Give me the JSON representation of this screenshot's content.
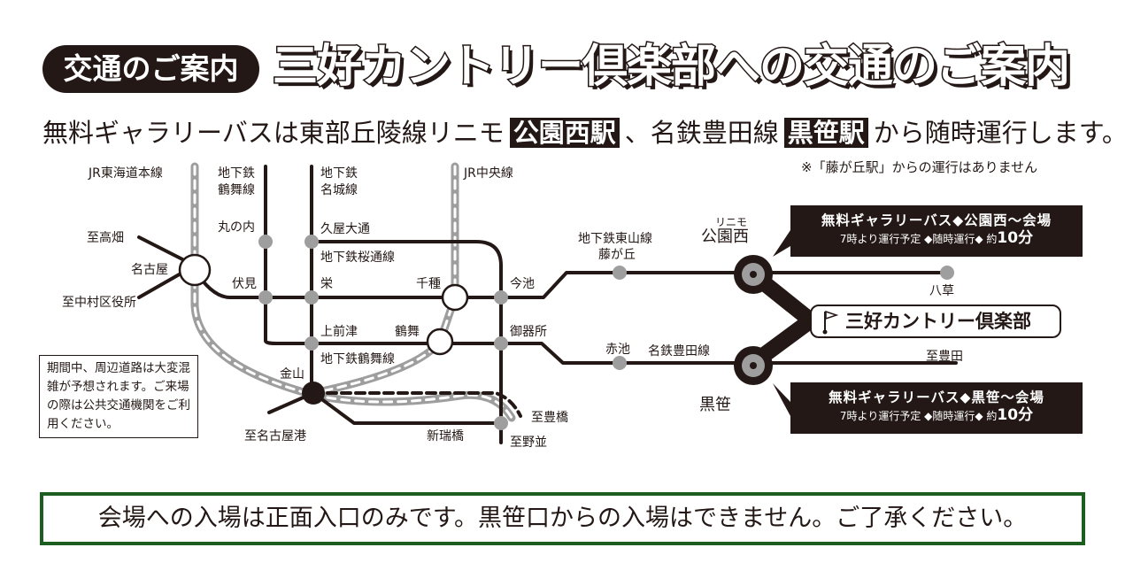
{
  "header": {
    "badge": "交通のご案内",
    "title": "三好カントリー倶楽部への交通のご案内"
  },
  "subtitle": {
    "part1": "無料ギャラリーバスは東部丘陵線リニモ",
    "station1": "公園西駅",
    "part2": "、名鉄豊田線",
    "station2": "黒笹駅",
    "part3": "から随時運行します。"
  },
  "note": "※「藤が丘駅」からの運行はありません",
  "map": {
    "lines": {
      "jr_tokaido": "JR東海道本線",
      "tsurumai_1": "地下鉄",
      "tsurumai_2": "鶴舞線",
      "meijo_1": "地下鉄",
      "meijo_2": "名城線",
      "jr_chuo": "JR中央線",
      "sakuradori": "地下鉄桜通線",
      "tsurumai_line": "地下鉄鶴舞線",
      "higashiyama_1": "地下鉄東山線",
      "meitetsu_toyota": "名鉄豊田線",
      "linimo": "リニモ"
    },
    "stations": {
      "takabata": "至高畑",
      "nagoya": "名古屋",
      "nakamura": "至中村区役所",
      "marunouchi": "丸の内",
      "hisaya": "久屋大通",
      "fushimi": "伏見",
      "sakae": "栄",
      "chikusa": "千種",
      "imaike": "今池",
      "kamimaezu": "上前津",
      "tsurumai": "鶴舞",
      "gokiso": "御器所",
      "kanayama": "金山",
      "nagoyako": "至名古屋港",
      "shinmizuhashi": "新瑞橋",
      "toyohashi": "至豊橋",
      "nonami": "至野並",
      "fujigaoka": "藤が丘",
      "akaike": "赤池",
      "koenNishi": "公園西",
      "yagusa": "八草",
      "kurozasa": "黒笹",
      "toyota": "至豊田"
    },
    "traffic_note": "期間中、周辺道路は大変混雑が予想されます。ご来場の際は公共交通機関をご利用ください。",
    "bus1": {
      "line1": "無料ギャラリーバス◆公園西〜会場",
      "line2": "7時より運行予定 ◆随時運行◆ 約",
      "minutes": "10分"
    },
    "bus2": {
      "line1": "無料ギャラリーバス◆黒笹〜会場",
      "line2": "7時より運行予定 ◆随時運行◆ 約",
      "minutes": "10分"
    },
    "destination": "三好カントリー倶楽部",
    "icons": [
      "golf-flag-icon"
    ]
  },
  "notice": "会場への入場は正面入口のみです。黒笹口からの入場はできません。ご了承ください。",
  "colors": {
    "ink": "#231815",
    "rail_gray": "#9e9e9e",
    "notice_border": "#1b5e20"
  }
}
